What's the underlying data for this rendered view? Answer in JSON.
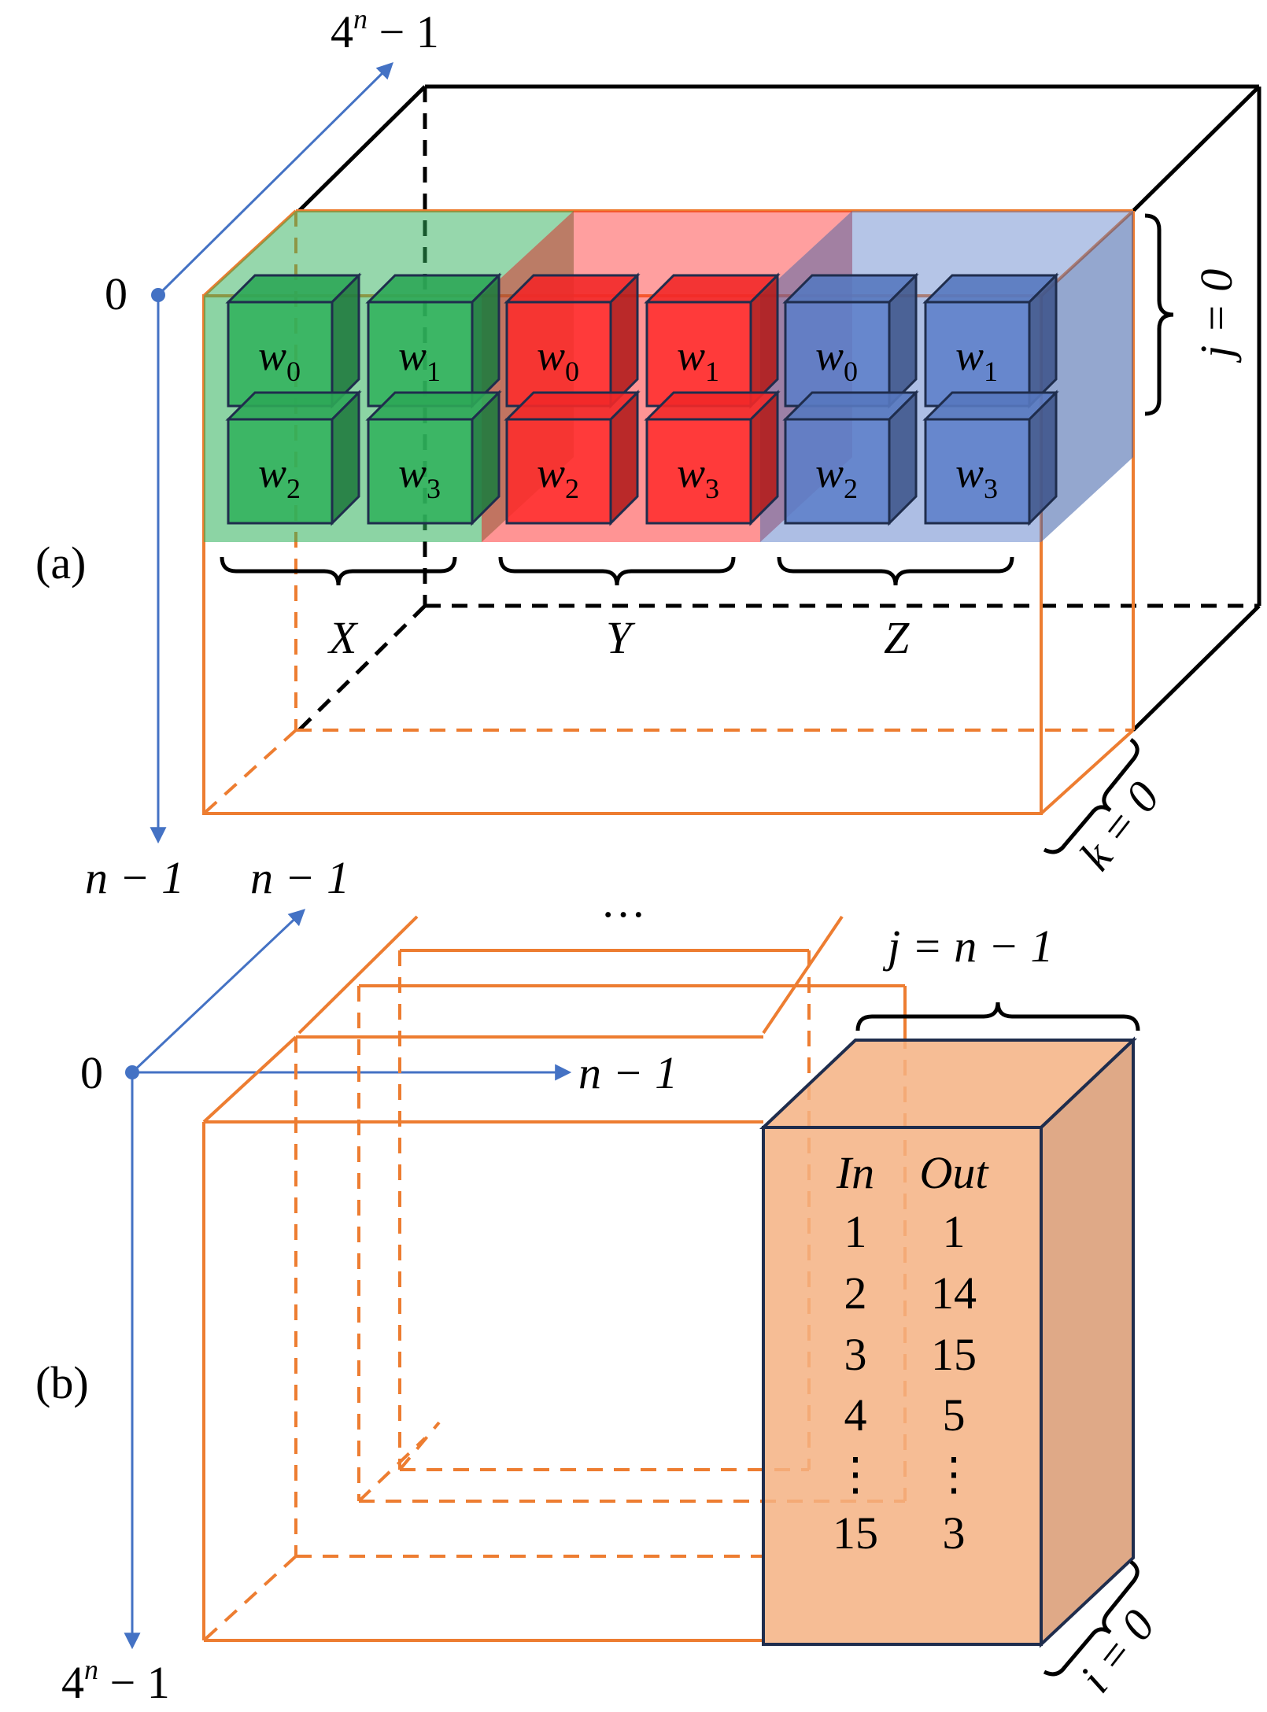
{
  "panels": {
    "a": {
      "label": "(a)",
      "axis_top_origin": "0",
      "axis_top_end_base": "4",
      "axis_top_end_exp": "n",
      "axis_top_end_suffix": " − 1",
      "axis_down_end": "n − 1",
      "j_label": "j = 0",
      "k_label": "k = 0",
      "groups": [
        {
          "name": "X",
          "color": "#2eb05a"
        },
        {
          "name": "Y",
          "color": "#ff2a2a"
        },
        {
          "name": "Z",
          "color": "#5b7ec9"
        }
      ],
      "cube_base": "w",
      "cube_subscripts": [
        "0",
        "1",
        "2",
        "3"
      ]
    },
    "b": {
      "label": "(b)",
      "axis_origin": "0",
      "axis_diag_end": "n − 1",
      "axis_right_end": "n − 1",
      "axis_down_end_base": "4",
      "axis_down_end_exp": "n",
      "axis_down_end_suffix": " − 1",
      "ellipsis": "···",
      "j_label": "j = n − 1",
      "i_label": "i = 0",
      "table": {
        "headers": [
          "In",
          "Out"
        ],
        "rows": [
          [
            "1",
            "1"
          ],
          [
            "2",
            "14"
          ],
          [
            "3",
            "15"
          ],
          [
            "4",
            "5"
          ],
          [
            "⋮",
            "⋮"
          ],
          [
            "15",
            "3"
          ]
        ]
      }
    }
  },
  "colors": {
    "orange": "#ed7d31",
    "axis_blue": "#4472c4",
    "green_cube": "#2eb05a",
    "red_cube": "#ff2a2a",
    "blue_cube": "#5b7ec9",
    "table_box": "#f4b183"
  }
}
